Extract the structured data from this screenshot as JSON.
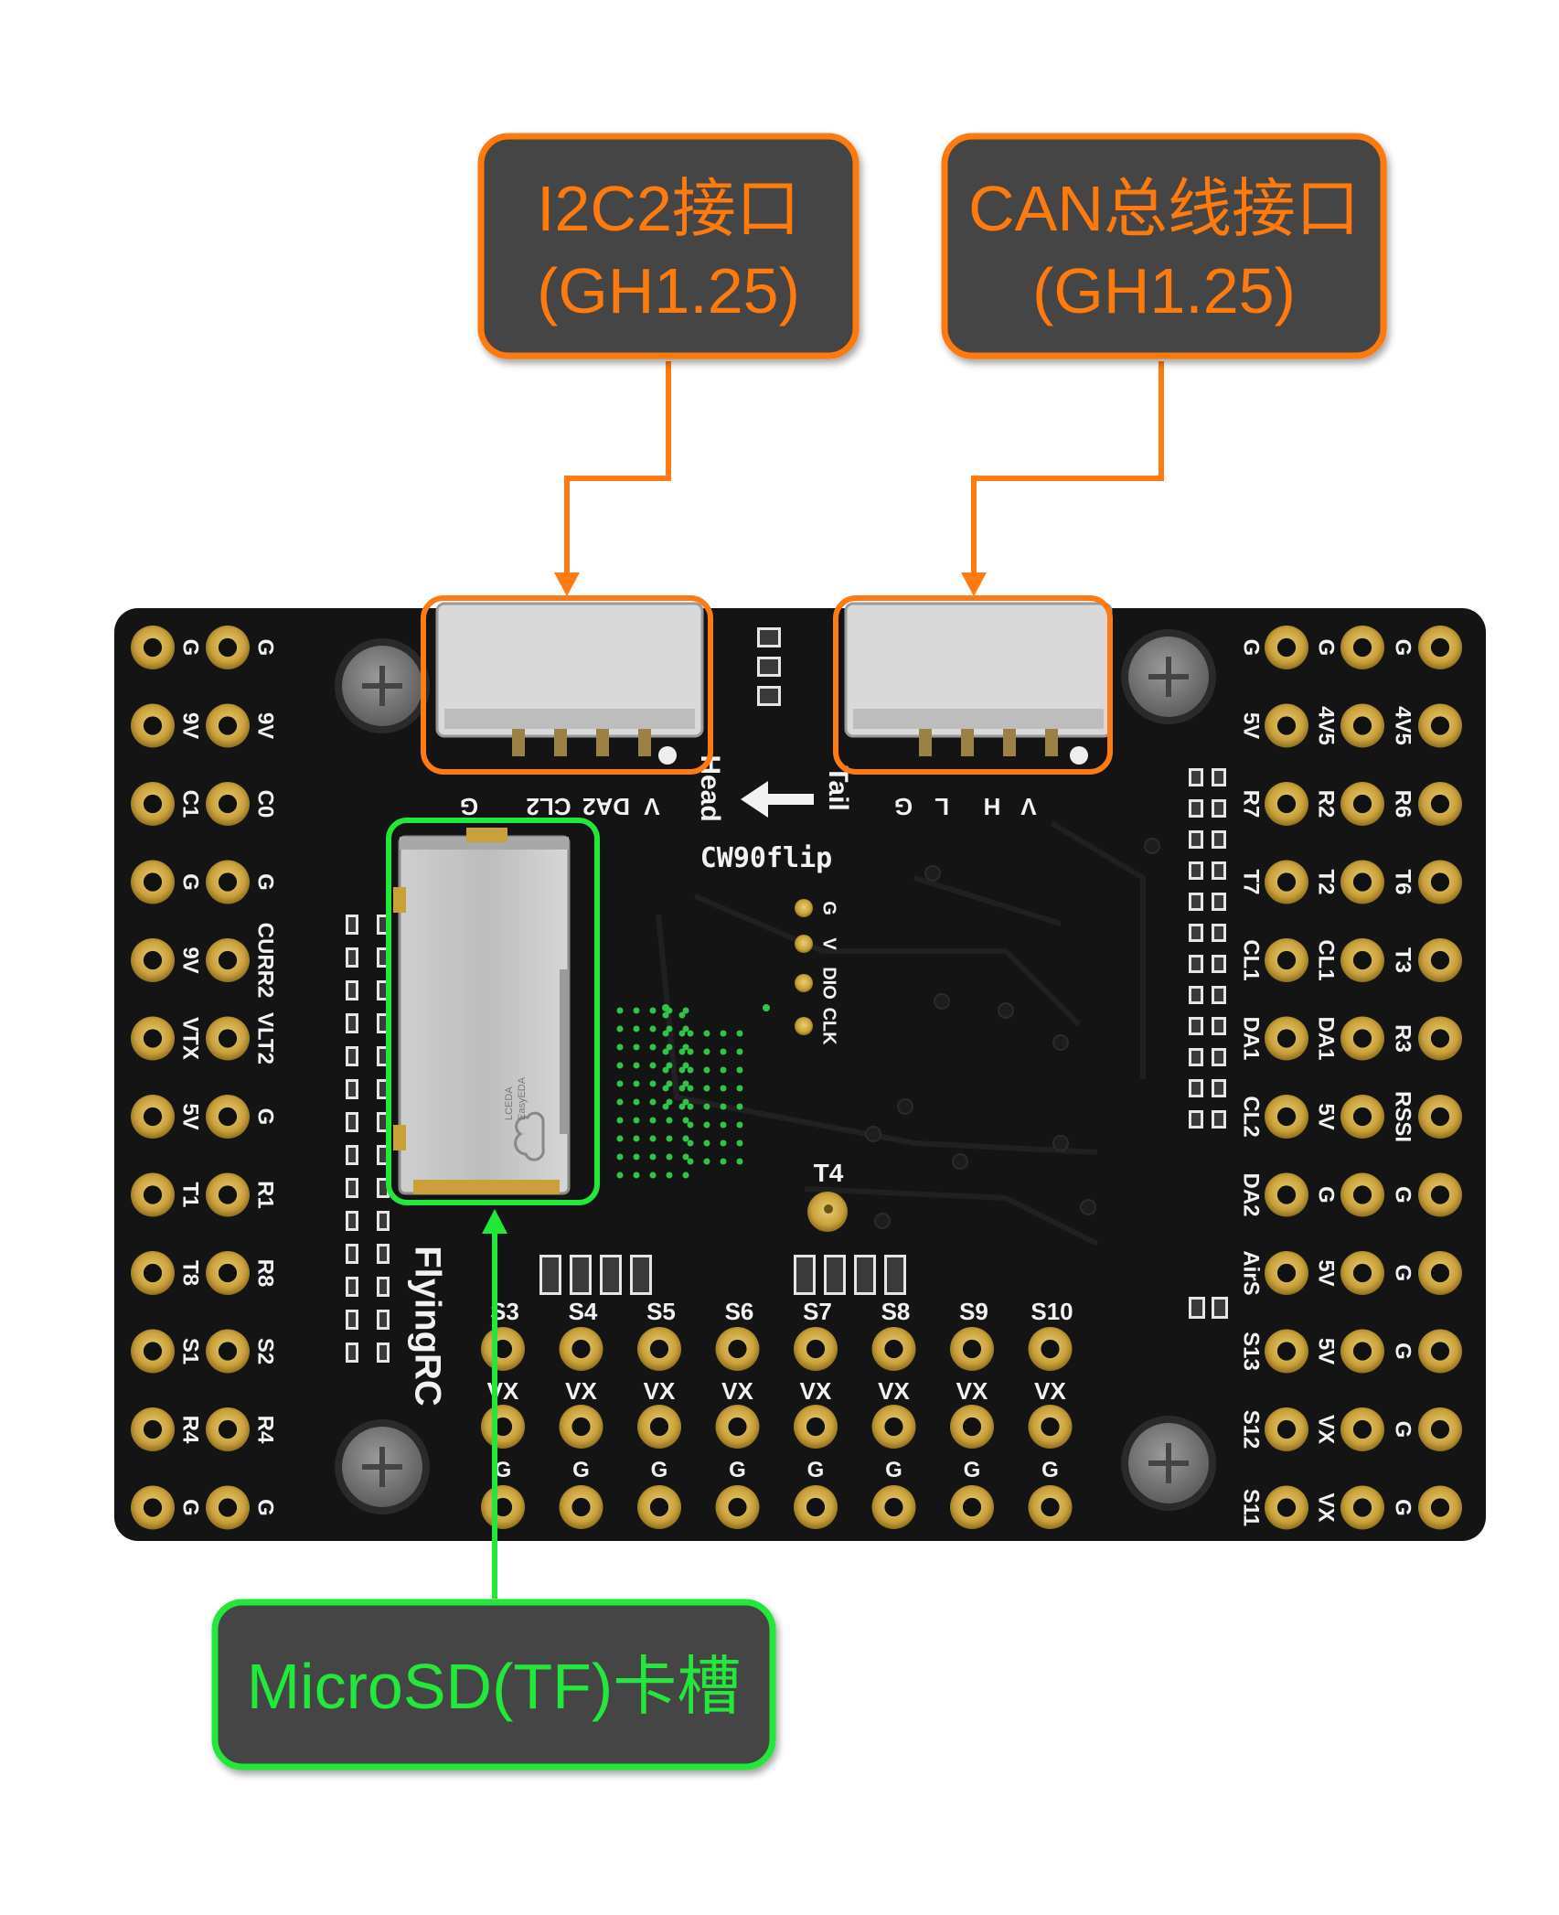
{
  "callouts": {
    "i2c": {
      "line1": "I2C2接口",
      "line2": "(GH1.25)"
    },
    "can": {
      "line1": "CAN总线接口",
      "line2": "(GH1.25)"
    },
    "sd": {
      "line1": "MicroSD(TF)卡槽"
    }
  },
  "colors": {
    "board": "#141414",
    "callout_bg": "#454545",
    "orange": "#ff7a10",
    "green": "#22e83a",
    "pad_gold": "#c9a13b",
    "silk": "#f2f2f2"
  },
  "board": {
    "brand": "FlyingRC",
    "model": "CW90flip",
    "head": "Head",
    "tail": "Tail",
    "t4": "T4",
    "sd_logo1": "LCEDA",
    "sd_logo2": "EasyEDA",
    "i2c_pins": [
      "V",
      "DA2",
      "CL2",
      "G"
    ],
    "can_pins": [
      "V",
      "H",
      "L",
      "G"
    ],
    "swd_pins": [
      "G",
      "V",
      "DIO",
      "CLK"
    ],
    "left_labels_1": [
      "G",
      "9V",
      "C1",
      "G",
      "9V",
      "VTX",
      "5V",
      "T1",
      "T8",
      "S1",
      "R4",
      "G"
    ],
    "left_labels_2": [
      "G",
      "9V",
      "C0",
      "G",
      "CURR2",
      "VLT2",
      "G",
      "R1",
      "R8",
      "S2",
      "R4",
      "G"
    ],
    "right_labels_1": [
      "G",
      "5V",
      "R7",
      "T7",
      "CL1",
      "DA1",
      "CL2",
      "DA2",
      "AirS",
      "S13",
      "S12",
      "S11"
    ],
    "right_labels_2": [
      "G",
      "4V5",
      "R2",
      "T2",
      "CL1",
      "DA1",
      "5V",
      "G",
      "5V",
      "5V",
      "VX",
      "VX"
    ],
    "right_labels_3": [
      "G",
      "4V5",
      "R6",
      "T6",
      "T3",
      "R3",
      "RSSI",
      "G",
      "G",
      "G",
      "G",
      "G"
    ],
    "servo_labels": [
      "S3",
      "S4",
      "S5",
      "S6",
      "S7",
      "S8",
      "S9",
      "S10"
    ],
    "servo_vx": "VX",
    "servo_g": "G"
  }
}
